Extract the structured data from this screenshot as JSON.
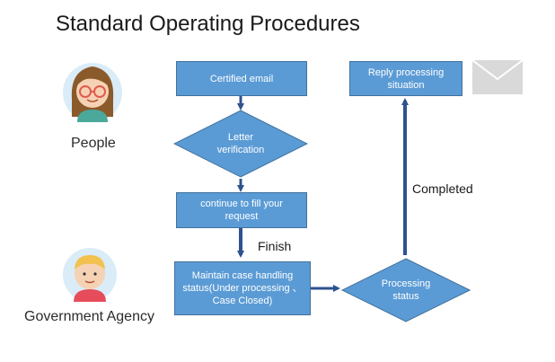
{
  "title": "Standard Operating Procedures",
  "actors": {
    "people": "People",
    "agency": "Government  Agency"
  },
  "nodes": {
    "certified_email": "Certified email",
    "letter_verification": "Letter\nverification",
    "fill_request": "continue to fill your\nrequest",
    "maintain_status": "Maintain case handling\nstatus(Under processing 、\nCase Closed)",
    "processing_status": "Processing\nstatus",
    "reply_situation": "Reply processing\nsituation"
  },
  "edges": {
    "finish": "Finish",
    "completed": "Completed"
  },
  "colors": {
    "node_fill": "#5b9bd5",
    "node_border": "#41719c",
    "arrow": "#2f528f",
    "envelope": "#d9d9d9"
  },
  "icons": {
    "envelope": "envelope-icon",
    "people_avatar": "girl-avatar-icon",
    "agency_avatar": "boy-avatar-icon"
  }
}
